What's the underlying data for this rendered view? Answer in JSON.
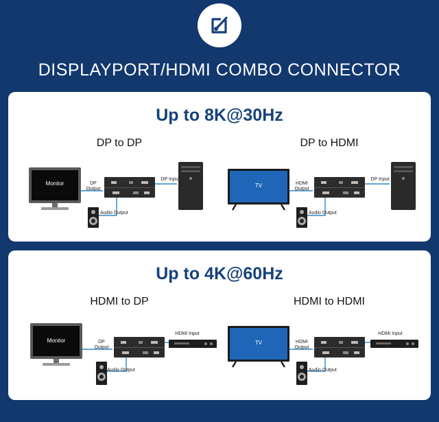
{
  "header": {
    "title": "DISPLAYPORT/HDMI COMBO CONNECTOR",
    "logo_icon": "connector-edit-icon"
  },
  "sections": [
    {
      "title": "Up to 8K@30Hz",
      "left": {
        "title": "DP to DP",
        "display": "Monitor",
        "display_port_label": "DP Output",
        "source_port_label": "DP Input",
        "audio_label": "Audio Output",
        "source_type": "pc-tower"
      },
      "right": {
        "title": "DP to HDMI",
        "display": "TV",
        "display_port_label": "HDMI Output",
        "source_port_label": "DP Input",
        "audio_label": "Audio Output",
        "source_type": "pc-tower"
      }
    },
    {
      "title": "Up to 4K@60Hz",
      "left": {
        "title": "HDMI to DP",
        "display": "Monitor",
        "display_port_label": "DP Output",
        "source_port_label": "HDMI Input",
        "audio_label": "Audio Output",
        "source_type": "media-player"
      },
      "right": {
        "title": "HDMI to HDMI",
        "display": "TV",
        "display_port_label": "HDMI Output",
        "source_port_label": "HDMI Input",
        "audio_label": "Audio Output",
        "source_type": "media-player"
      }
    }
  ],
  "colors": {
    "background": "#12386e",
    "accent": "#15427a",
    "screen_blue": "#1f66b8",
    "cable": "#2f86c9"
  }
}
